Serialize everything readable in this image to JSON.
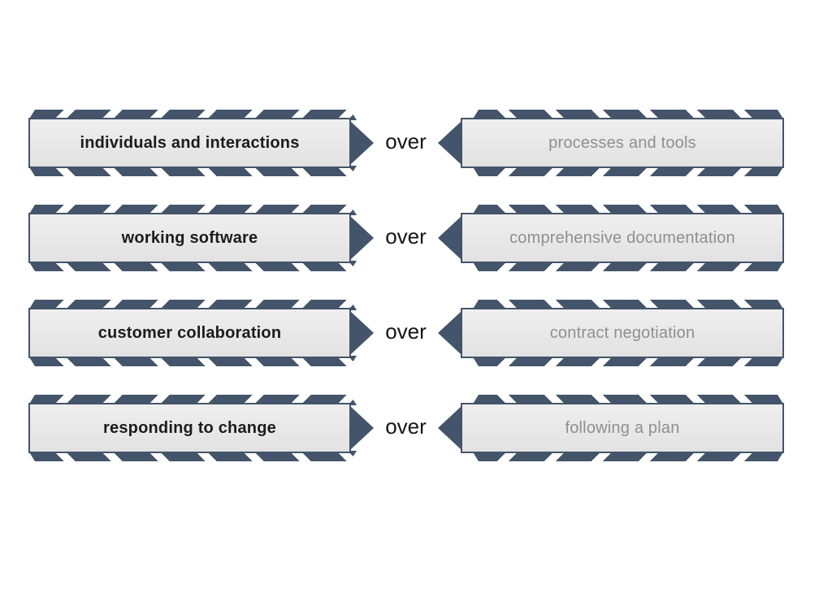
{
  "diagram": {
    "name": "agile-manifesto-values",
    "rows": [
      {
        "left": "individuals and interactions",
        "over": "over",
        "right": "processes and tools"
      },
      {
        "left": "working software",
        "over": "over",
        "right": "comprehensive documentation"
      },
      {
        "left": "customer collaboration",
        "over": "over",
        "right": "contract negotiation"
      },
      {
        "left": "responding to change",
        "over": "over",
        "right": "following a plan"
      }
    ]
  },
  "colors": {
    "slate": "#44546a",
    "box_fill": "#e9e9e9",
    "box_border": "#44546a",
    "primary_text": "#1c1c1c",
    "secondary_text": "#8f8f8f",
    "over_text": "#141414",
    "page_background": "#ffffff"
  }
}
